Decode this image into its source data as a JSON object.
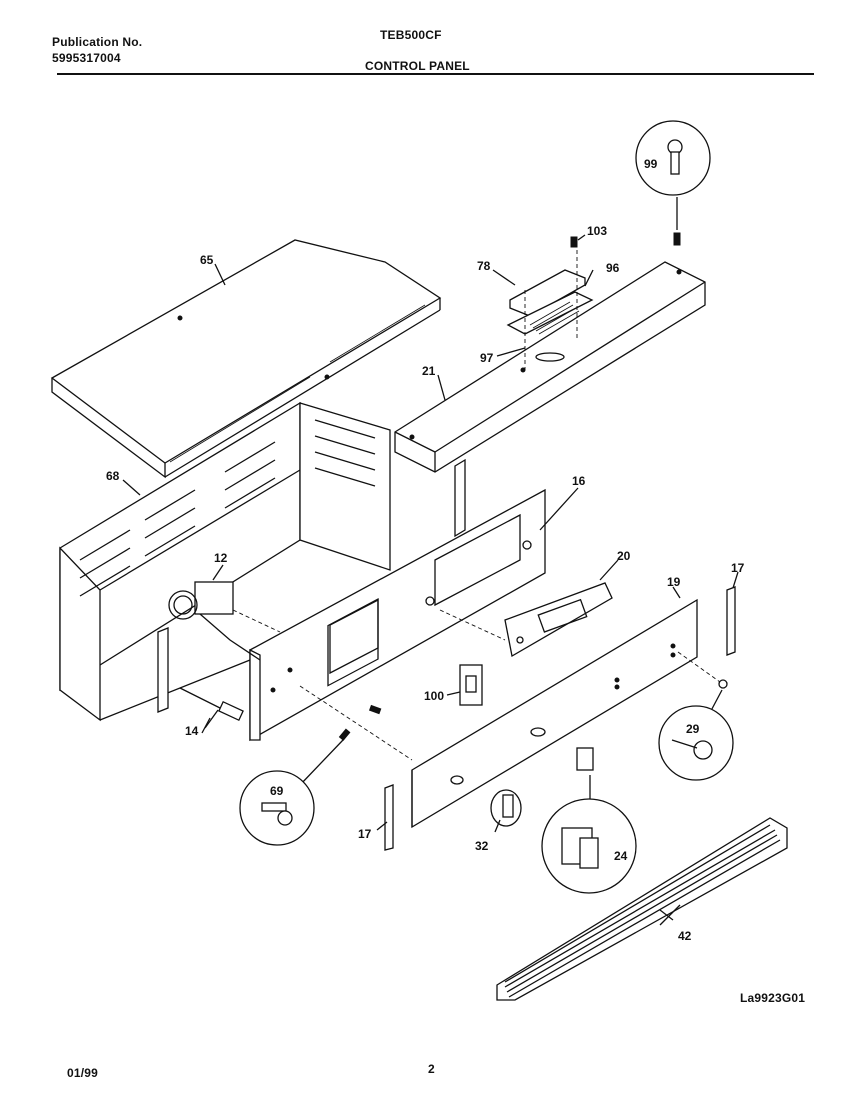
{
  "header": {
    "publication_label": "Publication No.",
    "publication_number": "5995317004",
    "model": "TEB500CF",
    "section_title": "CONTROL PANEL"
  },
  "diagram_code": "La9923G01",
  "footer": {
    "date": "01/99",
    "page": "2"
  },
  "callouts": {
    "p99": "99",
    "p103": "103",
    "p78": "78",
    "p96": "96",
    "p97": "97",
    "p65": "65",
    "p21": "21",
    "p68": "68",
    "p16": "16",
    "p12": "12",
    "p20": "20",
    "p19": "19",
    "p17a": "17",
    "p17b": "17",
    "p100": "100",
    "p14": "14",
    "p29": "29",
    "p69": "69",
    "p32": "32",
    "p24": "24",
    "p42": "42"
  }
}
